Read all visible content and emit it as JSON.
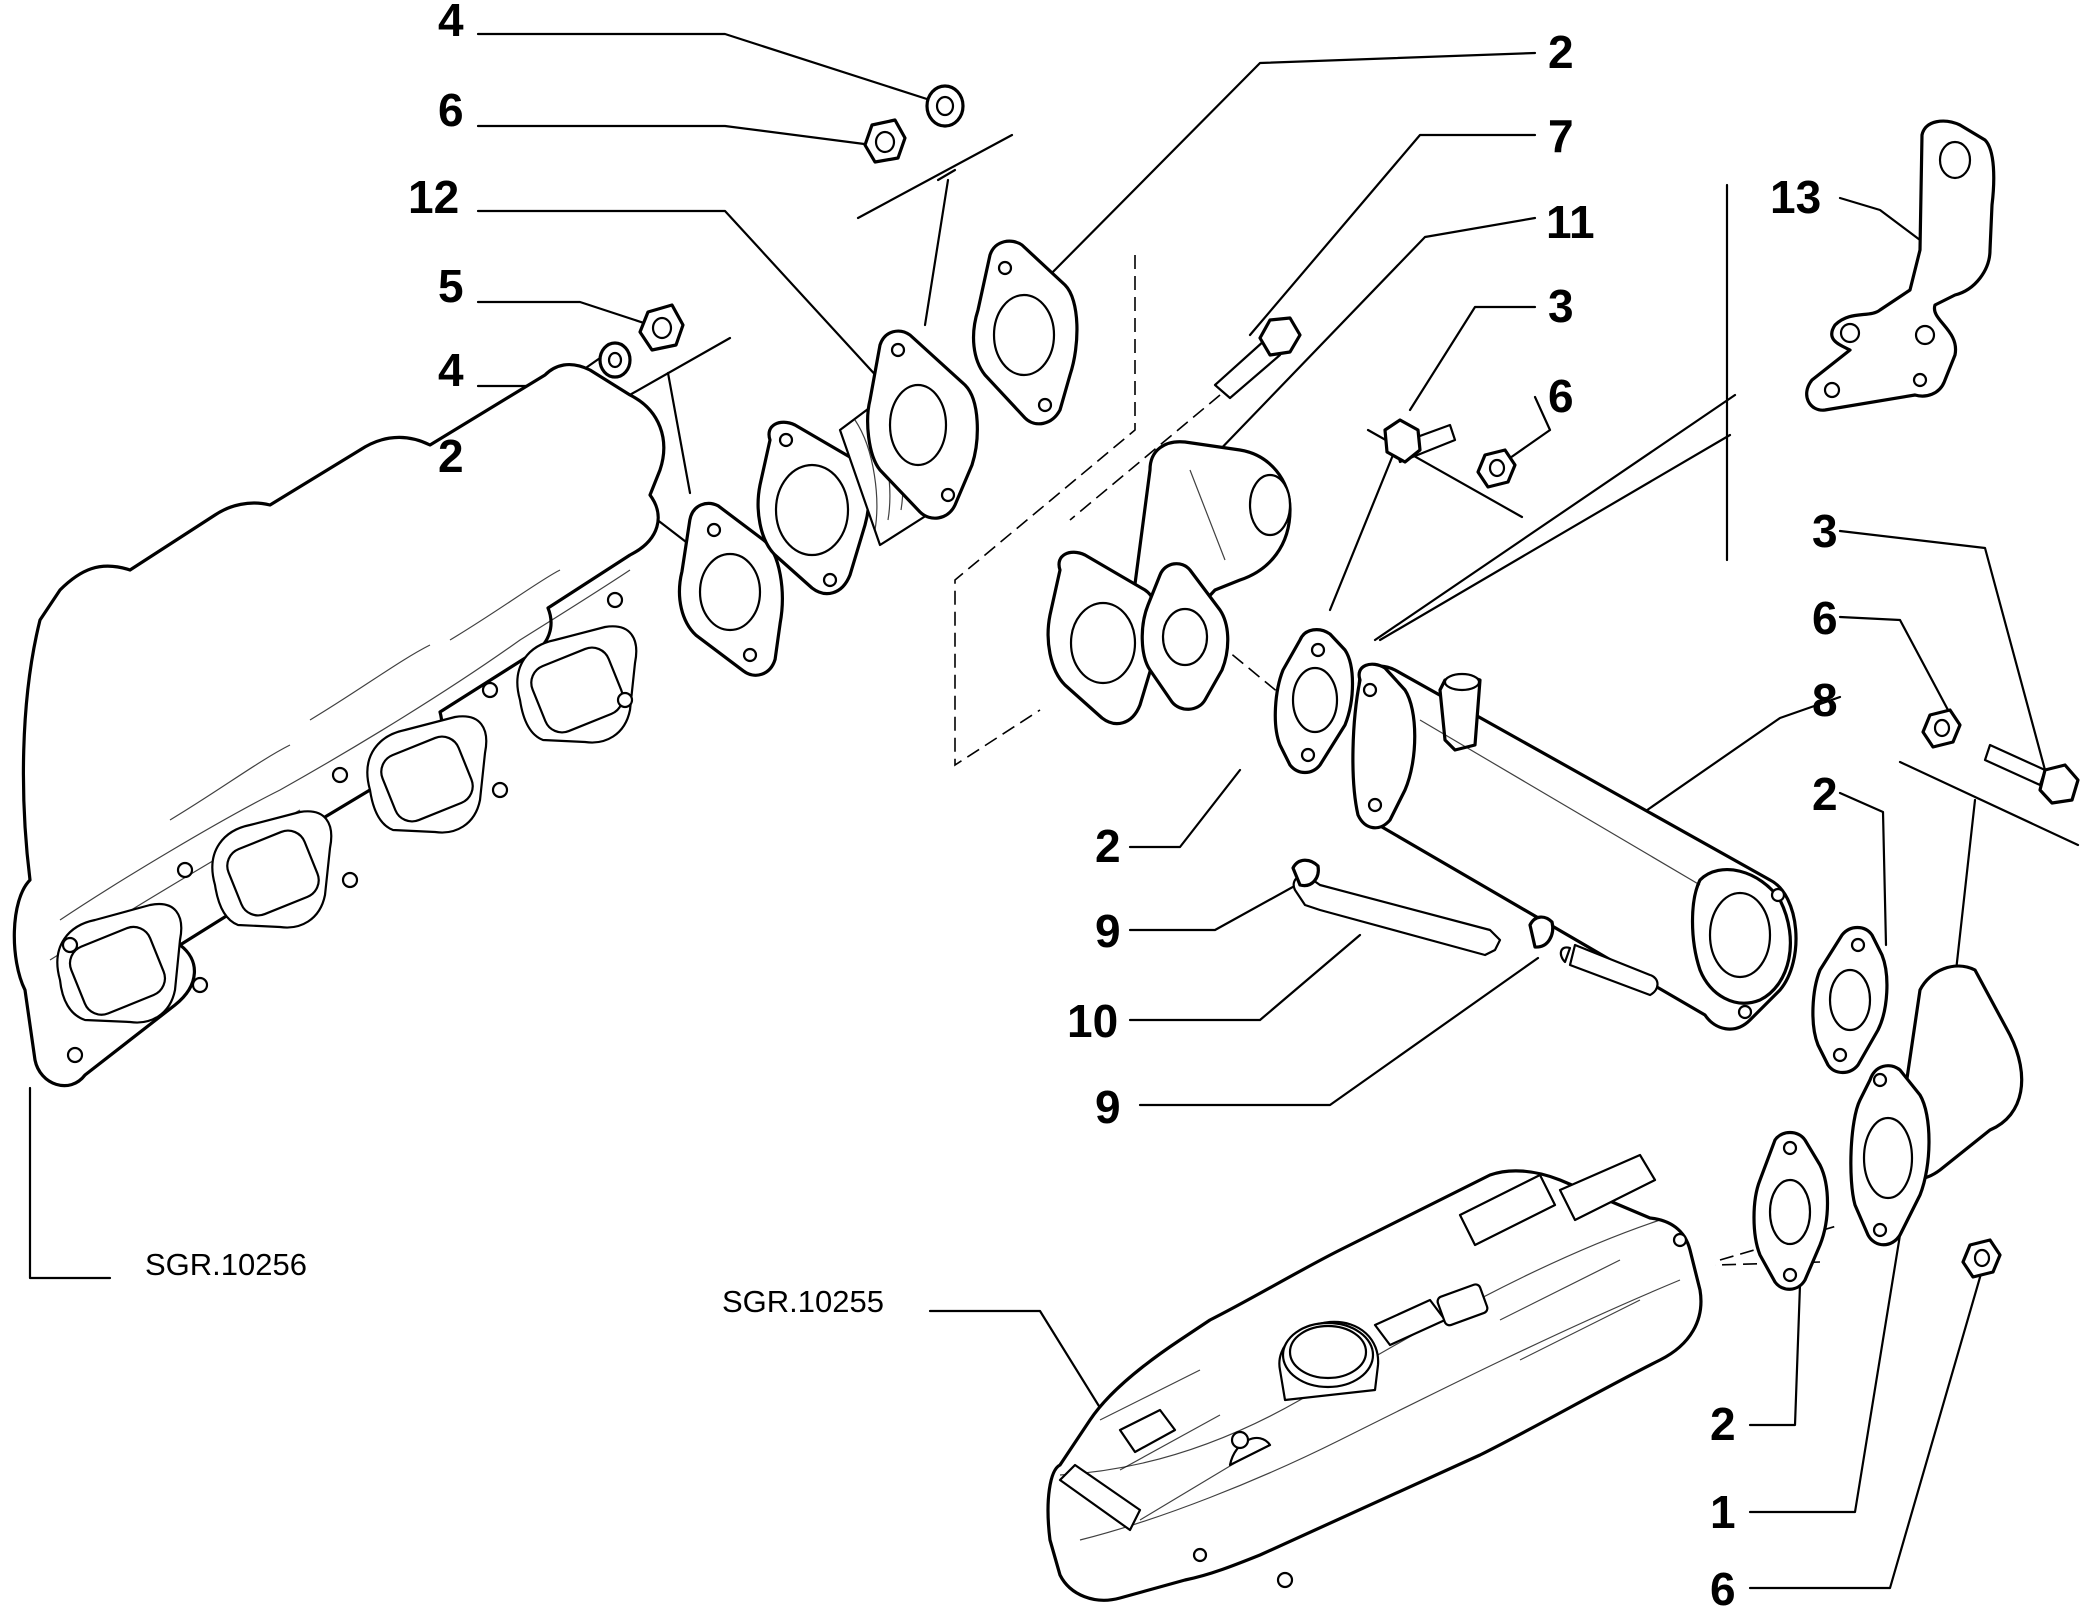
{
  "diagram": {
    "callouts": [
      {
        "id": "c-4a",
        "label": "4"
      },
      {
        "id": "c-6a",
        "label": "6"
      },
      {
        "id": "c-12",
        "label": "12"
      },
      {
        "id": "c-5",
        "label": "5"
      },
      {
        "id": "c-4b",
        "label": "4"
      },
      {
        "id": "c-2a",
        "label": "2"
      },
      {
        "id": "c-2b",
        "label": "2"
      },
      {
        "id": "c-7",
        "label": "7"
      },
      {
        "id": "c-11",
        "label": "11"
      },
      {
        "id": "c-3a",
        "label": "3"
      },
      {
        "id": "c-6b",
        "label": "6"
      },
      {
        "id": "c-13",
        "label": "13"
      },
      {
        "id": "c-3b",
        "label": "3"
      },
      {
        "id": "c-6c",
        "label": "6"
      },
      {
        "id": "c-8",
        "label": "8"
      },
      {
        "id": "c-2c",
        "label": "2"
      },
      {
        "id": "c-2d",
        "label": "2"
      },
      {
        "id": "c-9a",
        "label": "9"
      },
      {
        "id": "c-10",
        "label": "10"
      },
      {
        "id": "c-9b",
        "label": "9"
      },
      {
        "id": "c-2e",
        "label": "2"
      },
      {
        "id": "c-1",
        "label": "1"
      },
      {
        "id": "c-6d",
        "label": "6"
      }
    ],
    "references": {
      "left": "SGR.10256",
      "bottom": "SGR.10255"
    }
  }
}
